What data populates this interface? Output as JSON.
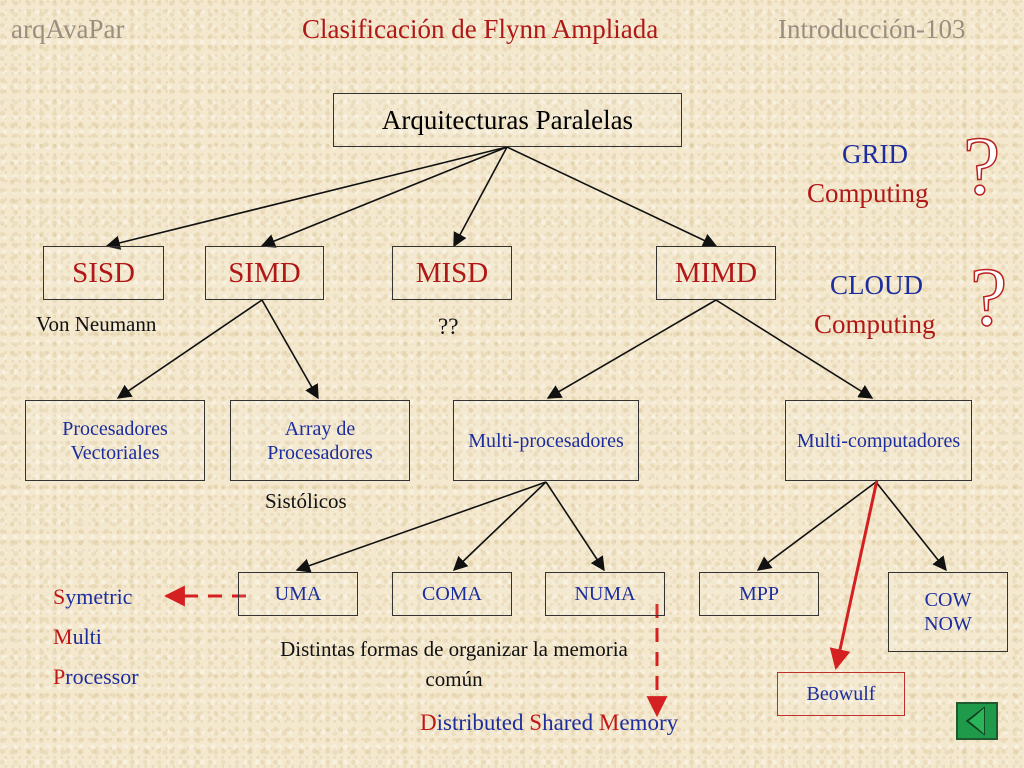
{
  "header": {
    "left": "arqAvaPar",
    "title": "Clasificación de Flynn Ampliada",
    "right": "Introducción-103"
  },
  "root": "Arquitecturas Paralelas",
  "categories": [
    "SISD",
    "SIMD",
    "MISD",
    "MIMD"
  ],
  "notes": {
    "sisd": "Von Neumann",
    "misd": "??",
    "array": "Sistólicos",
    "memory": "Distintas formas de organizar la memoria común"
  },
  "level2": {
    "vect": "Procesadores Vectoriales",
    "array": "Array de Procesadores",
    "multiproc": "Multi-procesadores",
    "multicomp": "Multi-computadores"
  },
  "level3": {
    "uma": "UMA",
    "coma": "COMA",
    "numa": "NUMA",
    "mpp": "MPP",
    "cow": "COW NOW",
    "beowulf": "Beowulf"
  },
  "side": {
    "grid1": "GRID",
    "grid2": "Computing",
    "cloud1": "CLOUD",
    "cloud2": "Computing",
    "q": "?"
  },
  "smp": {
    "symetric_cap": "S",
    "symetric_rest": "ymetric",
    "multi_cap": "M",
    "multi_rest": "ulti",
    "processor_cap": "P",
    "processor_rest": "rocessor"
  },
  "dsm": {
    "d_cap": "D",
    "d_rest": "istributed ",
    "s_cap": "S",
    "s_rest": "hared ",
    "m_cap": "M",
    "m_rest": "emory"
  },
  "colors": {
    "background": "#f4e9cf",
    "title_red": "#b01818",
    "label_blue": "#1c2d9e",
    "header_gray": "#9a8e80",
    "arrow_red": "#d42020",
    "nav_green": "#1f9a4a"
  },
  "icons": {
    "nav": "back-triangle-icon"
  }
}
